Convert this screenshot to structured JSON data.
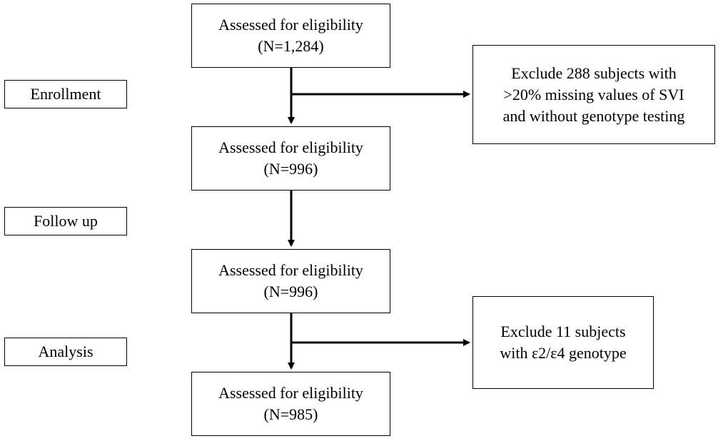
{
  "stages": {
    "enrollment": "Enrollment",
    "follow_up": "Follow up",
    "analysis": "Analysis"
  },
  "boxes": {
    "box1": {
      "line1": "Assessed for eligibility",
      "line2": "(N=1,284)"
    },
    "box2": {
      "line1": "Assessed for eligibility",
      "line2": "(N=996)"
    },
    "box3": {
      "line1": "Assessed for eligibility",
      "line2": "(N=996)"
    },
    "box4": {
      "line1": "Assessed for eligibility",
      "line2": "(N=985)"
    }
  },
  "exclusions": {
    "ex1": {
      "line1": "Exclude 288 subjects with",
      "line2": ">20% missing values of SVI",
      "line3": "and without genotype testing"
    },
    "ex2": {
      "line1": "Exclude 11 subjects",
      "line2": "with ε2/ε4 genotype"
    }
  }
}
